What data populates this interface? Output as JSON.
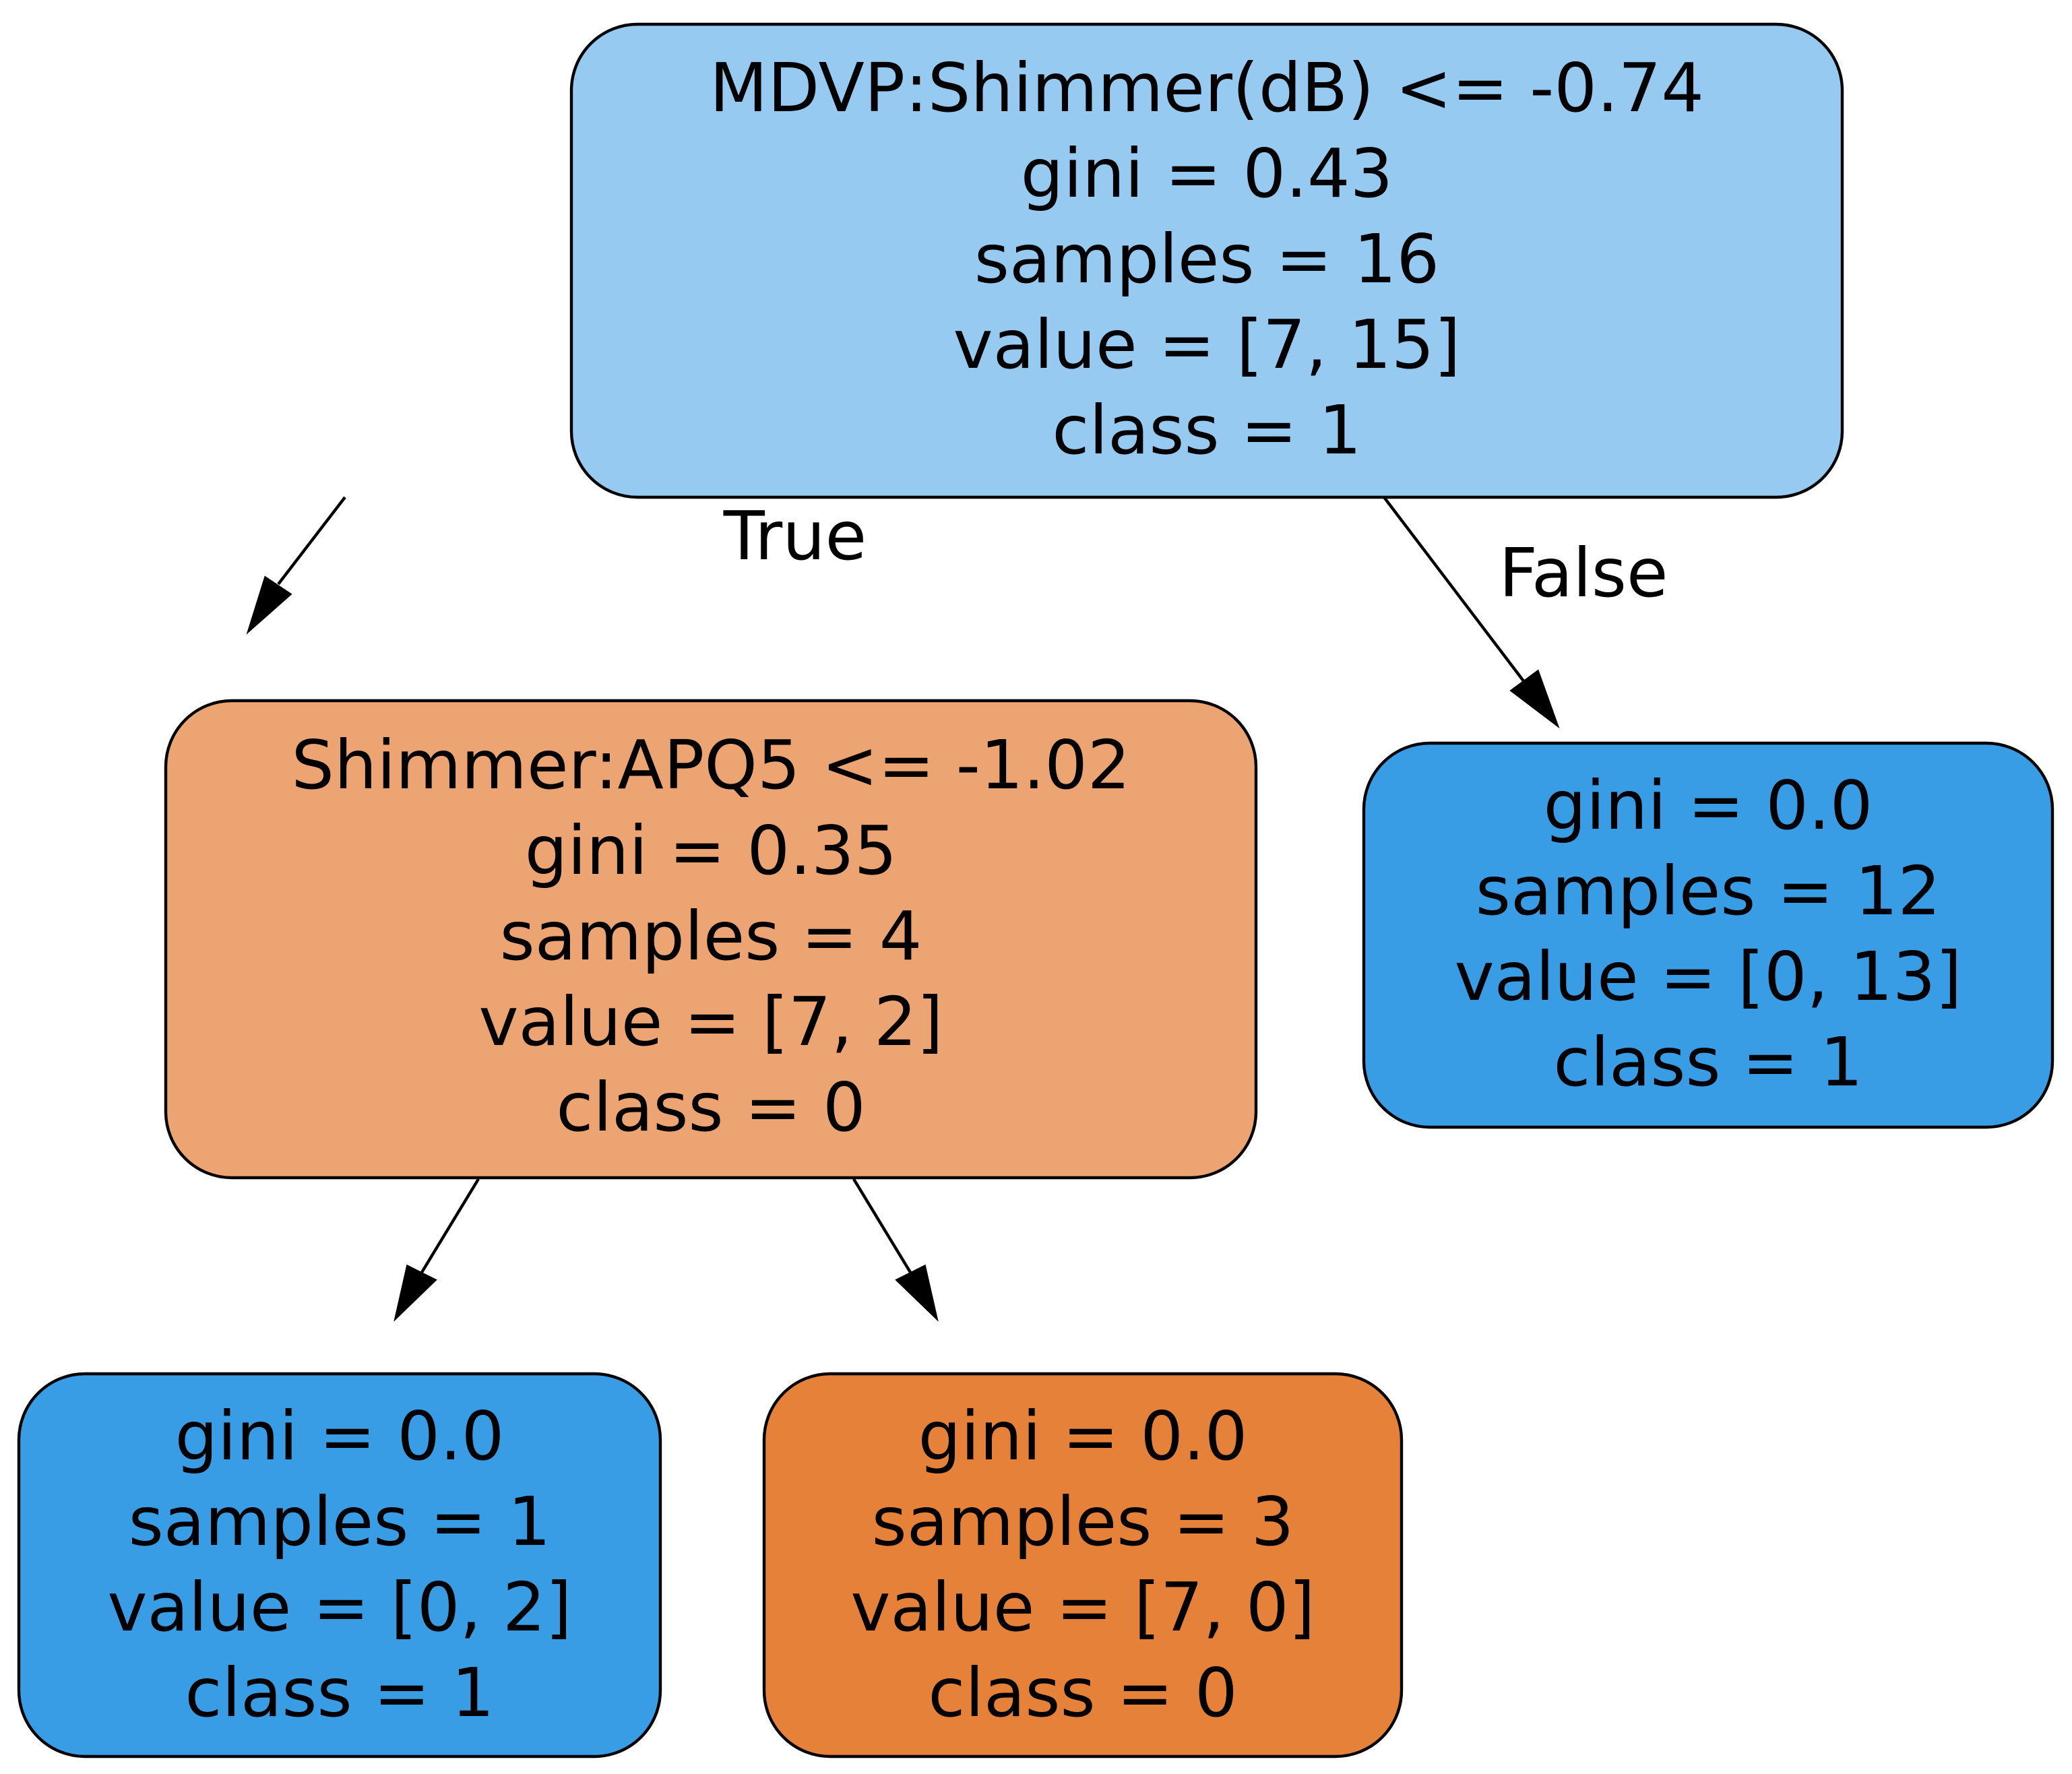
{
  "nodes": [
    {
      "id": "root",
      "color": "#97caf1",
      "lines": [
        "MDVP:Shimmer(dB) <= -0.74",
        "gini = 0.43",
        "samples = 16",
        "value = [7, 15]",
        "class = 1"
      ]
    },
    {
      "id": "left",
      "color": "#eca572",
      "lines": [
        "Shimmer:APQ5 <= -1.02",
        "gini = 0.35",
        "samples = 4",
        "value = [7, 2]",
        "class = 0"
      ]
    },
    {
      "id": "right",
      "color": "#399de5",
      "lines": [
        "gini = 0.0",
        "samples = 12",
        "value = [0, 13]",
        "class = 1"
      ]
    },
    {
      "id": "left-left",
      "color": "#399de5",
      "lines": [
        "gini = 0.0",
        "samples = 1",
        "value = [0, 2]",
        "class = 1"
      ]
    },
    {
      "id": "left-right",
      "color": "#e58139",
      "lines": [
        "gini = 0.0",
        "samples = 3",
        "value = [7, 0]",
        "class = 0"
      ]
    }
  ],
  "edges": [
    {
      "from": "root",
      "to": "left",
      "label": "True"
    },
    {
      "from": "root",
      "to": "right",
      "label": "False"
    },
    {
      "from": "left",
      "to": "left-left",
      "label": ""
    },
    {
      "from": "left",
      "to": "left-right",
      "label": ""
    }
  ]
}
